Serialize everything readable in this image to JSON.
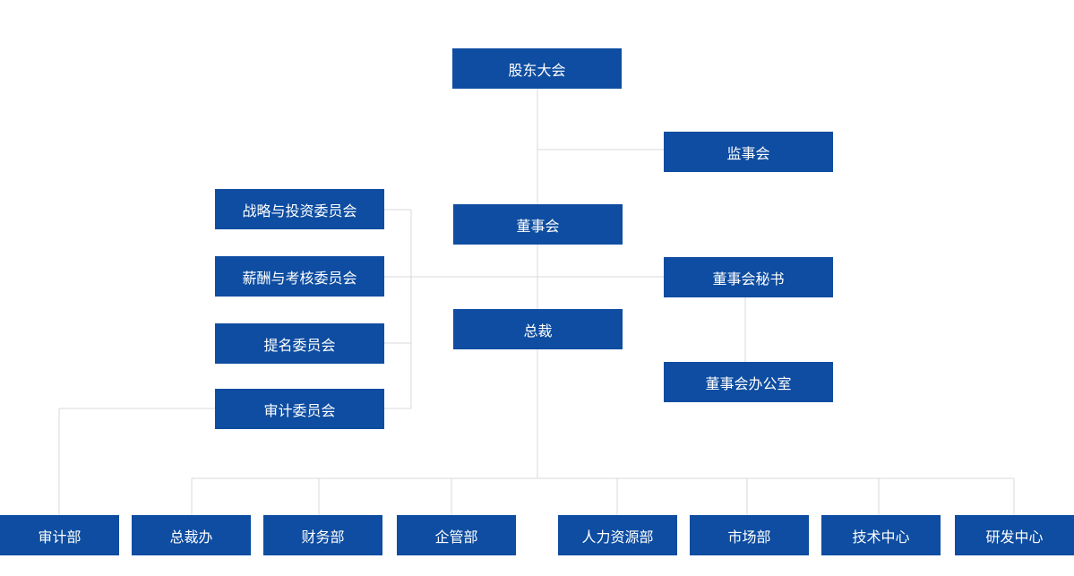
{
  "org": {
    "shareholders_meeting": "股东大会",
    "supervisory_board": "监事会",
    "board_of_directors": "董事会",
    "committees": {
      "strategy_investment": "战略与投资委员会",
      "compensation_appraisal": "薪酬与考核委员会",
      "nomination": "提名委员会",
      "audit": "审计委员会"
    },
    "board_secretary": "董事会秘书",
    "board_office": "董事会办公室",
    "president": "总裁",
    "departments": {
      "audit": "审计部",
      "president_office": "总裁办",
      "finance": "财务部",
      "enterprise_management": "企管部",
      "human_resources": "人力资源部",
      "marketing": "市场部",
      "technology_center": "技术中心",
      "rnd_center": "研发中心"
    }
  },
  "colors": {
    "box": "#0e4da1",
    "line": "#d8d8d8",
    "text": "#ffffff"
  }
}
